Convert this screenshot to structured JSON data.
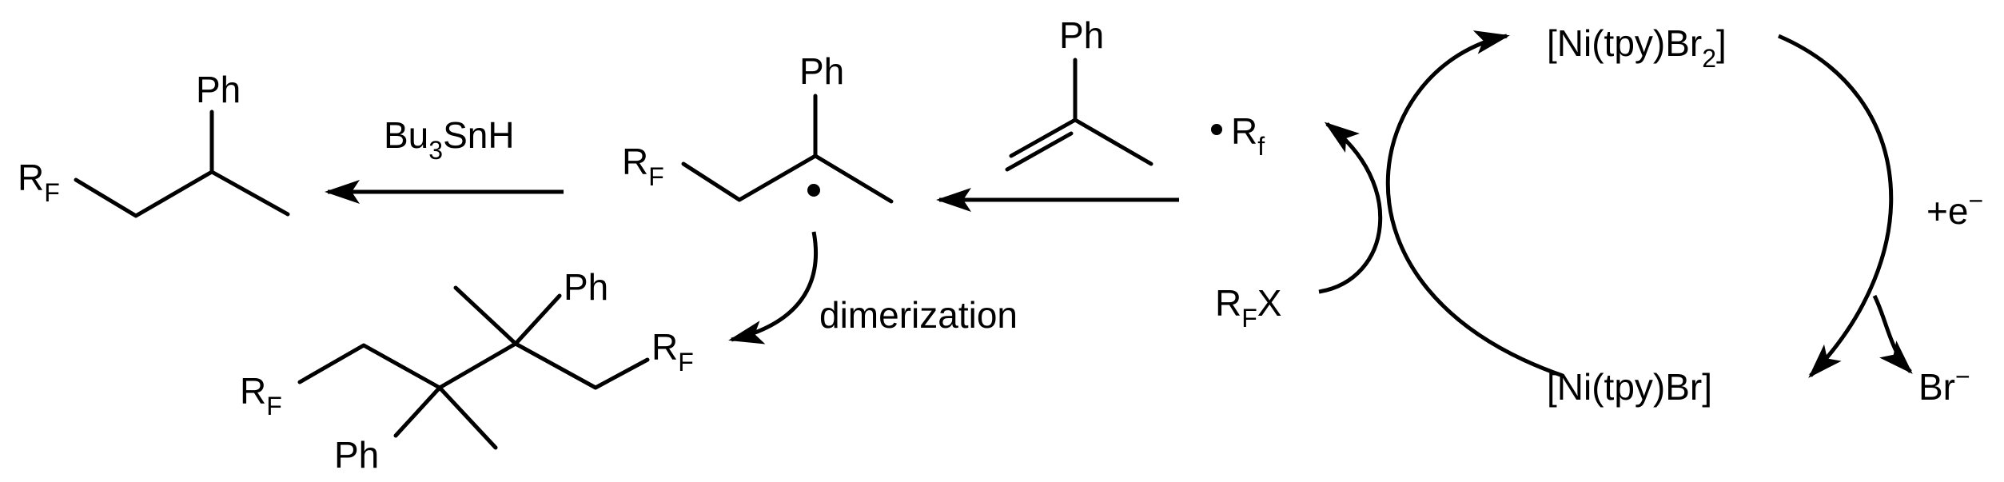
{
  "labels": {
    "ph": "Ph",
    "r_cap": "R",
    "f_cap": "F",
    "f_small": "f",
    "x": "X",
    "bu": "Bu",
    "bu_sub": "3",
    "snh": "SnH",
    "dimerization": "dimerization",
    "ni_br2_pre": "[Ni(tpy)Br",
    "ni_br2_sub": "2",
    "ni_br2_post": "]",
    "ni_br": "[Ni(tpy)Br]",
    "plus_e": "+e",
    "minus": "−",
    "br": "Br"
  }
}
